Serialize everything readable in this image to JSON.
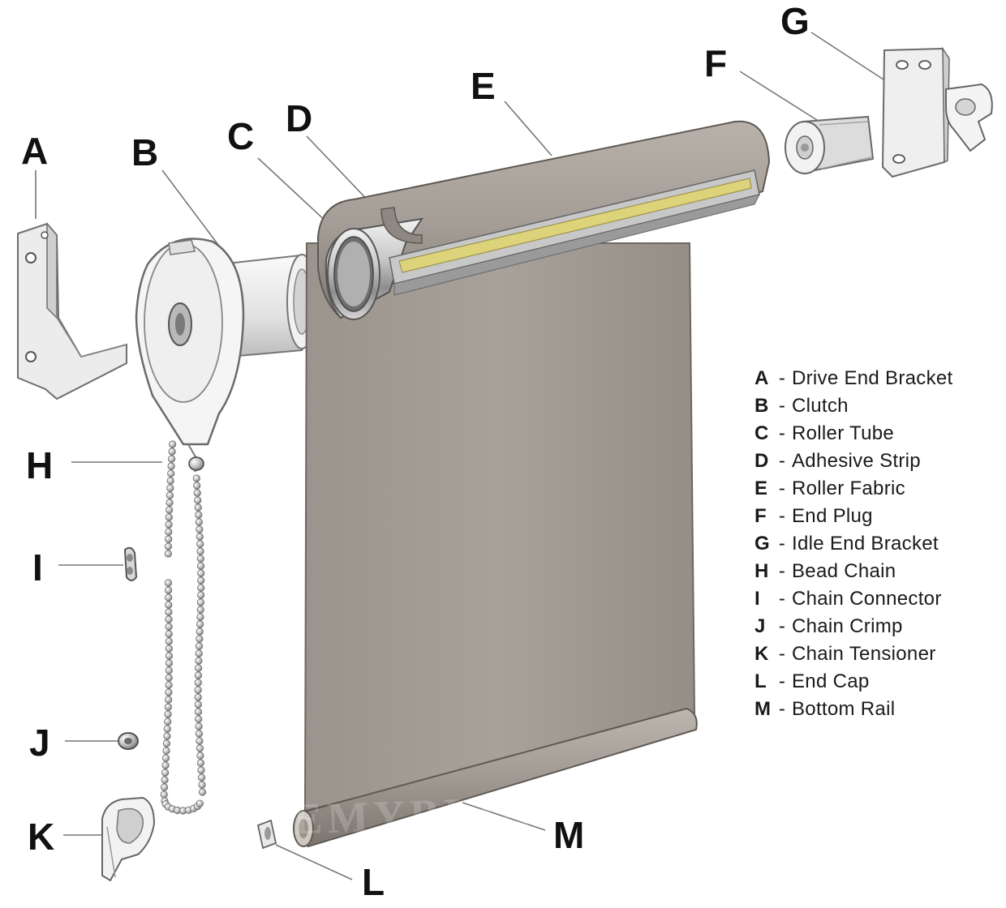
{
  "callouts": {
    "A": "A",
    "B": "B",
    "C": "C",
    "D": "D",
    "E": "E",
    "F": "F",
    "G": "G",
    "H": "H",
    "I": "I",
    "J": "J",
    "K": "K",
    "L": "L",
    "M": "M"
  },
  "legend": [
    {
      "letter": "A",
      "sep": "-",
      "label": "Drive End Bracket"
    },
    {
      "letter": "B",
      "sep": "-",
      "label": "Clutch"
    },
    {
      "letter": "C",
      "sep": "-",
      "label": "Roller Tube"
    },
    {
      "letter": "D",
      "sep": "-",
      "label": "Adhesive Strip"
    },
    {
      "letter": "E",
      "sep": "-",
      "label": "Roller Fabric"
    },
    {
      "letter": "F",
      "sep": "-",
      "label": "End Plug"
    },
    {
      "letter": "G",
      "sep": "-",
      "label": "Idle End Bracket"
    },
    {
      "letter": "H",
      "sep": "-",
      "label": "Bead Chain"
    },
    {
      "letter": "I",
      "sep": "-",
      "label": "Chain Connector"
    },
    {
      "letter": "J",
      "sep": "-",
      "label": "Chain Crimp"
    },
    {
      "letter": "K",
      "sep": "-",
      "label": "Chain Tensioner"
    },
    {
      "letter": "L",
      "sep": "-",
      "label": "End Cap"
    },
    {
      "letter": "M",
      "sep": "-",
      "label": "Bottom Rail"
    }
  ],
  "watermark": "EEMYBLIND",
  "colors": {
    "fabric": "#a39c95",
    "fabric_dark": "#8f8882",
    "adhesive": "#dcd37a",
    "metal": "#d6d6d6",
    "plastic": "#eeeeee"
  }
}
